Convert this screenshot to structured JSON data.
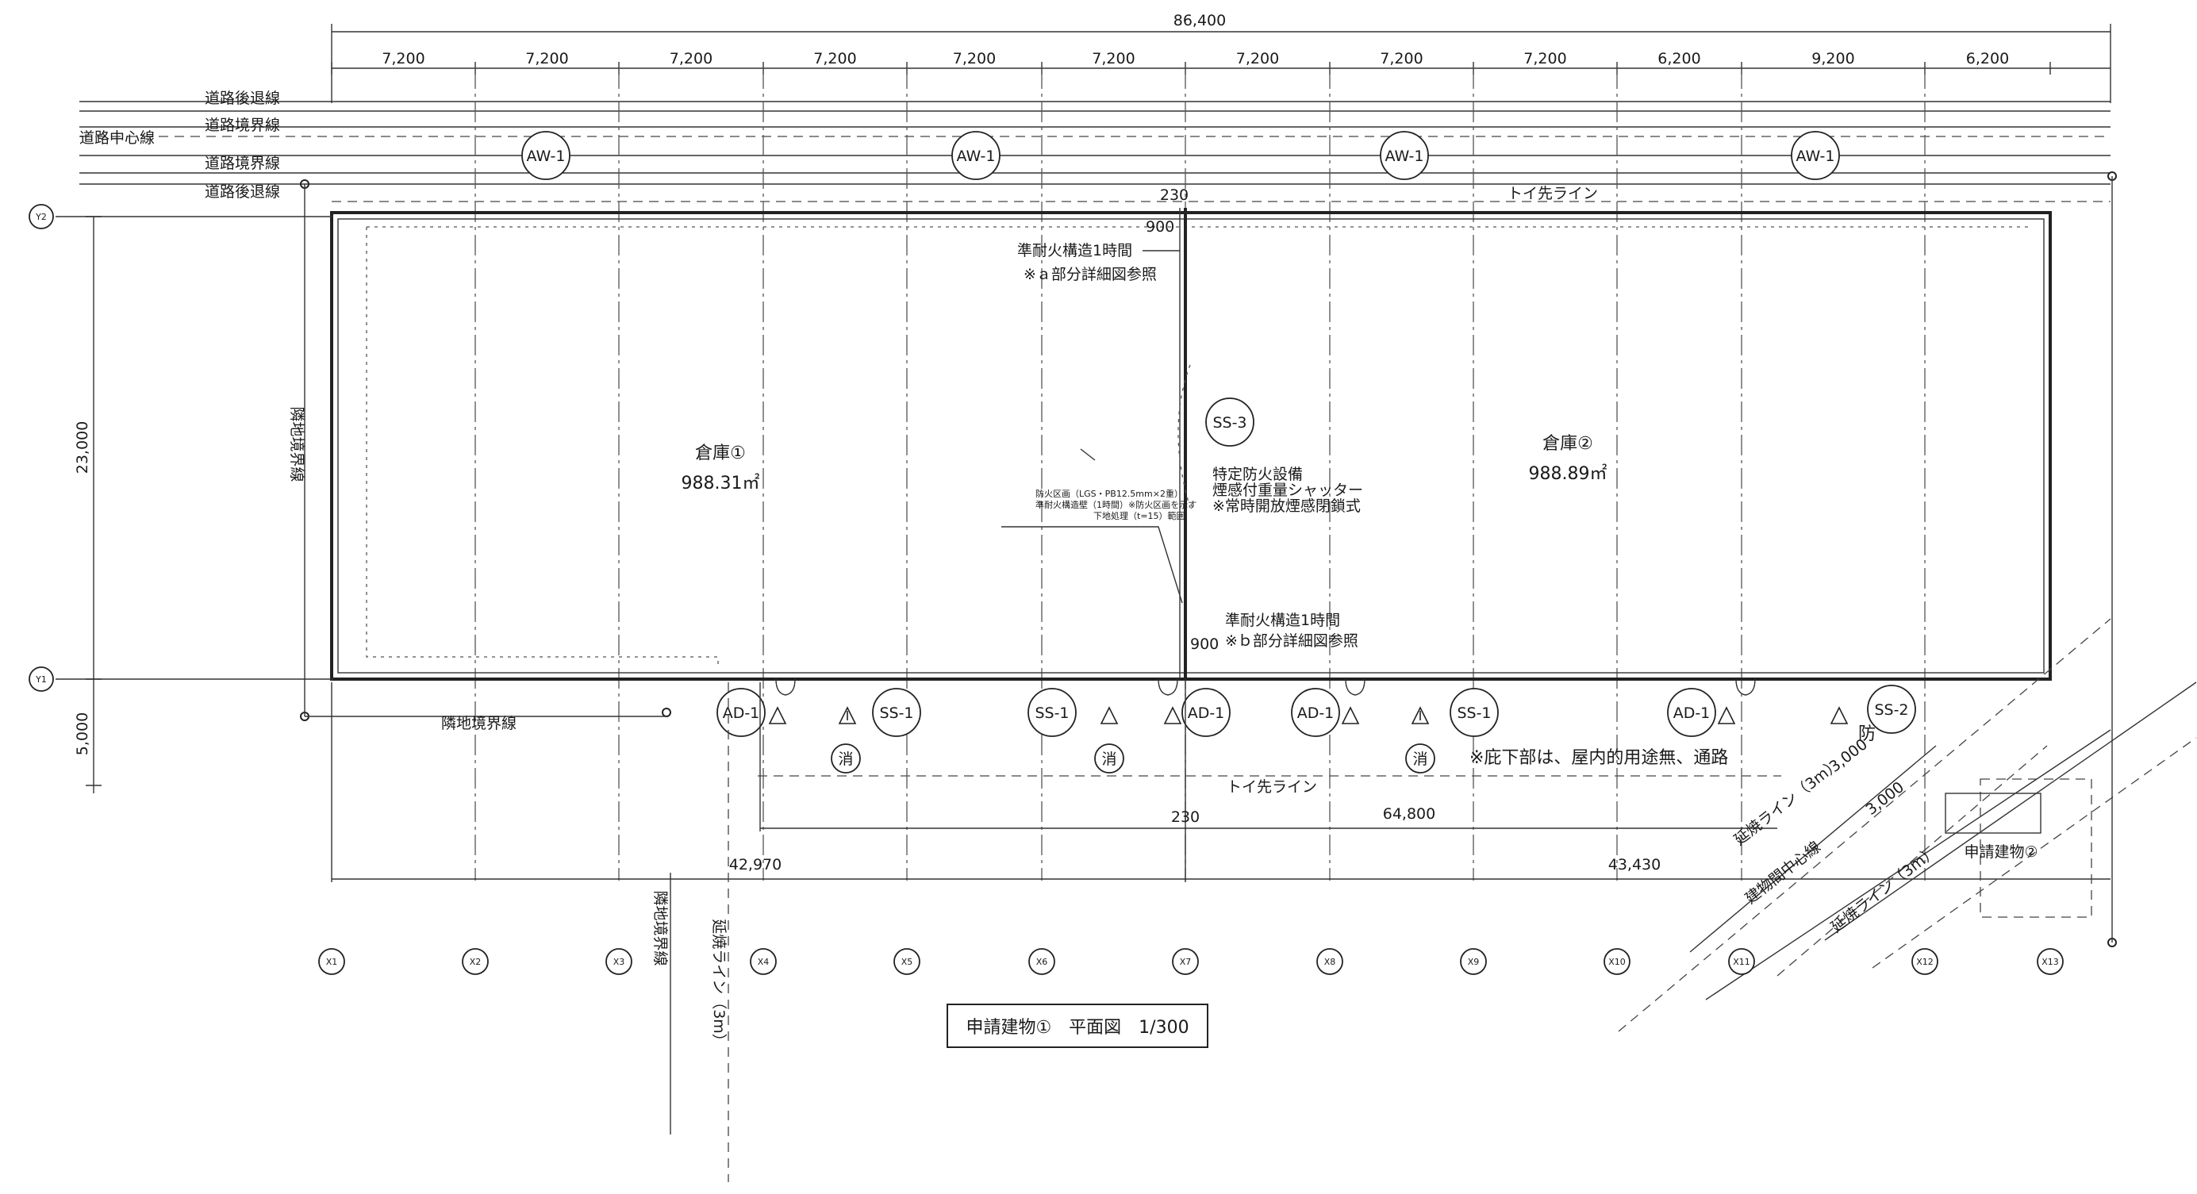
{
  "title": "申請建物①　平面図　1/300",
  "dimensions": {
    "overall": "86,400",
    "spans": [
      "7,200",
      "7,200",
      "7,200",
      "7,200",
      "7,200",
      "7,200",
      "7,200",
      "7,200",
      "7,200",
      "6,200",
      "9,200",
      "6,200"
    ],
    "depth": "23,000",
    "setback": "5,000",
    "lower_left": "42,970",
    "lower_right": "43,430",
    "lower_mid": "64,800",
    "top_230": "230",
    "bottom_230": "230",
    "d900_top": "900",
    "d900_bottom": "900",
    "diag1": "3,000",
    "diag2": "3,000"
  },
  "road_lines": {
    "setback_top": "道路後退線",
    "boundary_top": "道路境界線",
    "center": "道路中心線",
    "boundary_bottom": "道路境界線",
    "setback_bottom": "道路後退線"
  },
  "labels": {
    "gutter_top": "トイ先ライン",
    "gutter_bottom": "トイ先ライン",
    "neighbor_left": "隣地境界線",
    "neighbor_bottom": "隣地境界線",
    "neighbor_lower": "隣地境界線",
    "spread_left": "延焼ライン（3m）",
    "spread_right1": "延焼ライン（3m）",
    "spread_right2": "延焼ライン（3m）",
    "building_center": "建物間中心線",
    "eaves_note": "※庇下部は、屋内的用途無、通路",
    "building2": "申請建物②",
    "fire_mark": "防"
  },
  "rooms": [
    {
      "name": "倉庫①",
      "area": "988.31㎡"
    },
    {
      "name": "倉庫②",
      "area": "988.89㎡"
    }
  ],
  "notes": {
    "fire_top_1": "準耐火構造1時間",
    "fire_top_2": "※ａ部分詳細図参照",
    "fire_bottom_1": "準耐火構造1時間",
    "fire_bottom_2": "※ｂ部分詳細図参照",
    "shutter_1": "特定防火設備",
    "shutter_2": "煙感付重量シャッター",
    "shutter_3": "※常時開放煙感閉鎖式",
    "small_1": "防火区画（LGS・PB12.5mm×2重）",
    "small_2": "準耐火構造壁（1時間）※防火区画を示す",
    "small_3": "下地処理（t=15）範囲"
  },
  "tags": {
    "aw": [
      "AW-1",
      "AW-1",
      "AW-1",
      "AW-1"
    ],
    "ss3": "SS-3",
    "ad": [
      "AD-1",
      "AD-1",
      "AD-1",
      "AD-1"
    ],
    "ss1": [
      "SS-1",
      "SS-1",
      "SS-1"
    ],
    "ss2": "SS-2",
    "extinguisher": [
      "消",
      "消",
      "消"
    ]
  },
  "axes": {
    "x": [
      "X1",
      "X2",
      "X3",
      "X4",
      "X5",
      "X6",
      "X7",
      "X8",
      "X9",
      "X10",
      "X11",
      "X12",
      "X13"
    ],
    "y": [
      "Y2",
      "Y1"
    ]
  }
}
